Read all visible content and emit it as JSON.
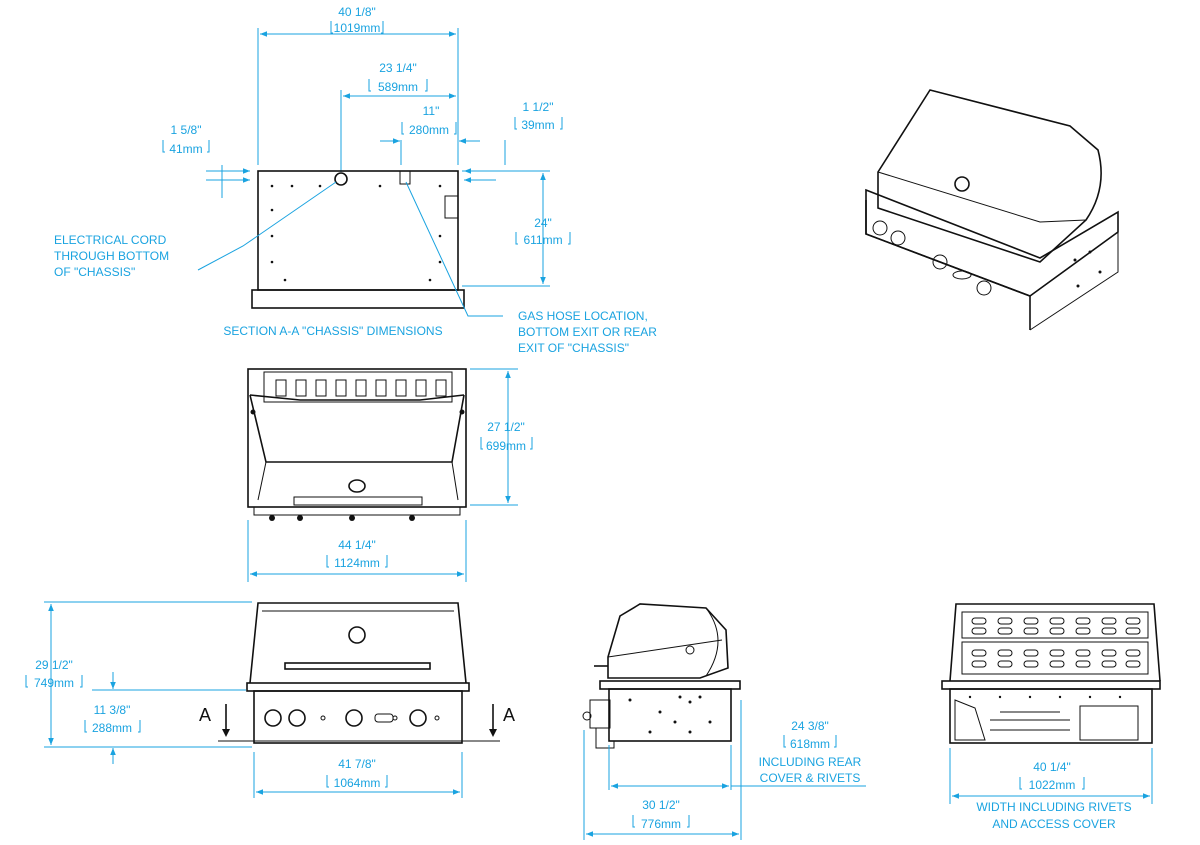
{
  "colors": {
    "dimension": "#1aa3e0",
    "drawing": "#111111",
    "background": "#ffffff"
  },
  "chassis": {
    "width_in": "40 1/8\"",
    "width_mm": "1019mm",
    "cord_offset_in": "23 1/4\"",
    "cord_offset_mm": "589mm",
    "gas_offset_in": "11\"",
    "gas_offset_mm": "280mm",
    "rear_flange_in": "1 1/2\"",
    "rear_flange_mm": "39mm",
    "top_flange_in": "1 5/8\"",
    "top_flange_mm": "41mm",
    "depth_in": "24\"",
    "depth_mm": "611mm",
    "electrical_note": [
      "ELECTRICAL CORD",
      "THROUGH BOTTOM",
      "OF \"CHASSIS\""
    ],
    "gas_note": [
      "GAS HOSE LOCATION,",
      "BOTTOM EXIT OR REAR",
      "EXIT OF \"CHASSIS\""
    ],
    "caption": "SECTION A-A \"CHASSIS\" DIMENSIONS"
  },
  "top_view": {
    "depth_in": "27 1/2\"",
    "depth_mm": "699mm",
    "width_in": "44 1/4\"",
    "width_mm": "1124mm"
  },
  "front_view": {
    "height_in": "29 1/2\"",
    "height_mm": "749mm",
    "lower_in": "11 3/8\"",
    "lower_mm": "288mm",
    "width_in": "41 7/8\"",
    "width_mm": "1064mm",
    "section_mark": "A"
  },
  "side_view": {
    "depth_in": "24 3/8\"",
    "depth_mm": "618mm",
    "depth_note": [
      "INCLUDING REAR",
      "COVER & RIVETS"
    ],
    "overall_in": "30 1/2\"",
    "overall_mm": "776mm"
  },
  "rear_view": {
    "width_in": "40 1/4\"",
    "width_mm": "1022mm",
    "note": [
      "WIDTH INCLUDING RIVETS",
      "AND ACCESS COVER"
    ]
  },
  "icons": [
    "isometric-grill-illustration",
    "section-arrow-icon"
  ]
}
